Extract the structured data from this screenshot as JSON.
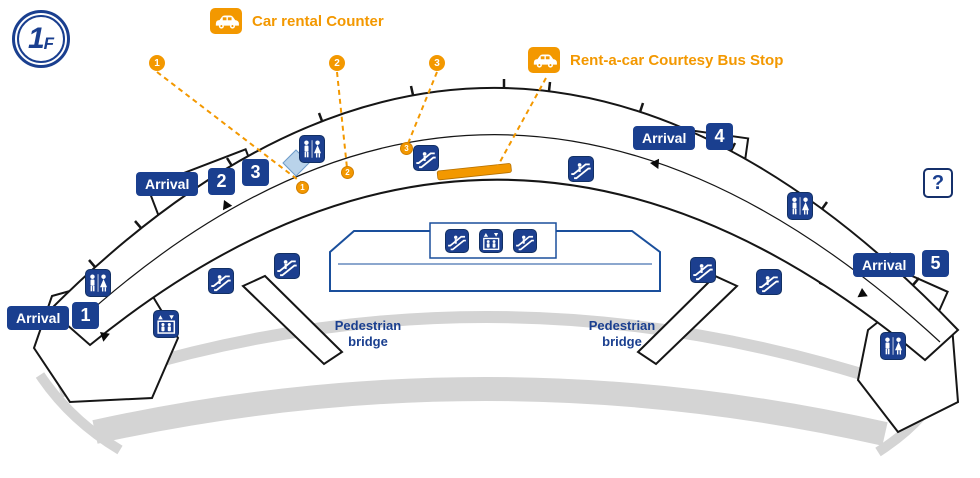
{
  "floor_badge": {
    "number": "1",
    "letter": "F"
  },
  "legend": {
    "car_rental_counter": "Car rental Counter",
    "bus_stop": "Rent-a-car Courtesy Bus Stop"
  },
  "counter_markers": {
    "m1": "1",
    "m2": "2",
    "m3": "3"
  },
  "arrivals": {
    "label": "Arrival",
    "gate1": "1",
    "gate2": "2",
    "gate3": "3",
    "gate4": "4",
    "gate5": "5"
  },
  "info_label": "?",
  "bridges": {
    "left": "Pedestrian bridge",
    "right": "Pedestrian bridge"
  },
  "icons": {
    "restroom": "restroom-icon",
    "escalator": "escalator-icon",
    "elevator": "elevator-icon",
    "car": "car-icon",
    "information": "information-icon"
  },
  "colors": {
    "primary_blue": "#1a3f8f",
    "accent_orange": "#f39800",
    "road_gray": "#d4d4d4"
  }
}
